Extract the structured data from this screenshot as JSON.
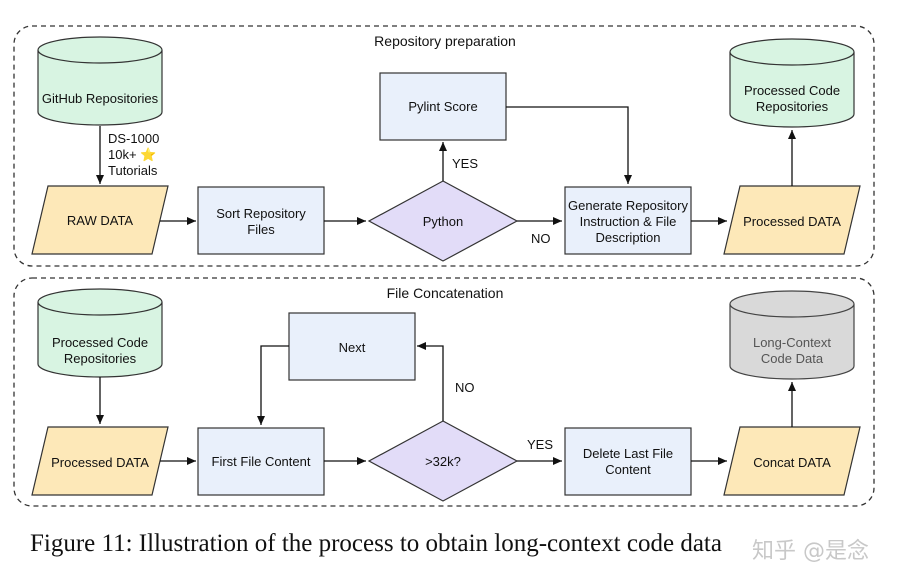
{
  "diagram": {
    "top_section": {
      "title": "Repository preparation",
      "github": "GitHub Repositories",
      "ds_note": [
        "DS-1000",
        "10k+ ⭐",
        "Tutorials"
      ],
      "raw_data": "RAW DATA",
      "sort_files": [
        "Sort Repository",
        "Files"
      ],
      "python": "Python",
      "pylint": "Pylint Score",
      "yes": "YES",
      "no": "NO",
      "generate": [
        "Generate Repository",
        "Instruction & File",
        "Description"
      ],
      "processed_data": "Processed DATA",
      "processed_repos": [
        "Processed Code",
        "Repositories"
      ]
    },
    "bottom_section": {
      "title": "File Concatenation",
      "processed_repos": [
        "Processed Code",
        "Repositories"
      ],
      "processed_data": "Processed DATA",
      "first_file": "First File Content",
      "next": "Next",
      "check": ">32k?",
      "no": "NO",
      "yes": "YES",
      "delete_last": [
        "Delete Last File",
        "Content"
      ],
      "concat_data": "Concat DATA",
      "long_context": [
        "Long-Context",
        "Code Data"
      ]
    }
  },
  "caption": "Figure 11: Illustration of the process to obtain long-context code data",
  "watermark": "知乎 @是念",
  "colors": {
    "cylinder_green": "#d8f4e2",
    "cylinder_gray": "#d9d9d9",
    "data_yellow": "#fde8b8",
    "process_blue": "#e9f0fb",
    "decision_purple": "#e2dcf8",
    "border": "#333333"
  }
}
